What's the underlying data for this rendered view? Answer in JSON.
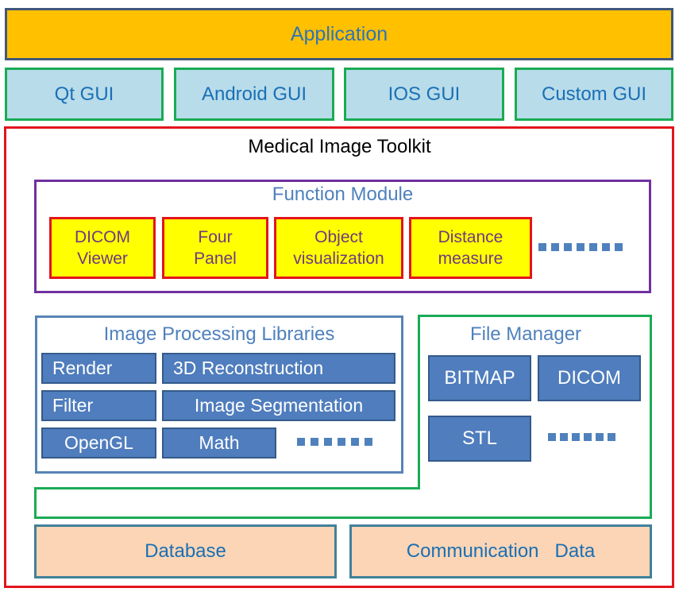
{
  "application": {
    "label": "Application"
  },
  "gui_layer": [
    {
      "label": "Qt GUI"
    },
    {
      "label": "Android GUI"
    },
    {
      "label": "IOS GUI"
    },
    {
      "label": "Custom GUI"
    }
  ],
  "toolkit": {
    "title": "Medical Image Toolkit",
    "function_module": {
      "title": "Function Module",
      "items": [
        {
          "line1": "DICOM",
          "line2": "Viewer"
        },
        {
          "line1": "Four",
          "line2": "Panel"
        },
        {
          "line1": "Object",
          "line2": "visualization"
        },
        {
          "line1": "Distance",
          "line2": "measure"
        }
      ],
      "more": "......."
    },
    "image_processing": {
      "title": "Image Processing Libraries",
      "items": [
        "Render",
        "3D Reconstruction",
        "Filter",
        "Image Segmentation",
        "OpenGL",
        "Math"
      ],
      "more": "......"
    },
    "file_manager": {
      "title": "File Manager",
      "items": [
        "BITMAP",
        "DICOM",
        "STL"
      ],
      "more": "......"
    },
    "storage": [
      {
        "label": "Database"
      },
      {
        "label": "Communication   Data"
      }
    ]
  },
  "colors": {
    "application_fill": "#ffc000",
    "gui_fill": "#b8dcea",
    "gui_border": "#1aab55",
    "toolkit_border": "#e3141c",
    "function_module_border": "#7030a0",
    "function_item_fill": "#ffff00",
    "library_fill": "#4f7dbd",
    "storage_fill": "#fbd5b5"
  }
}
